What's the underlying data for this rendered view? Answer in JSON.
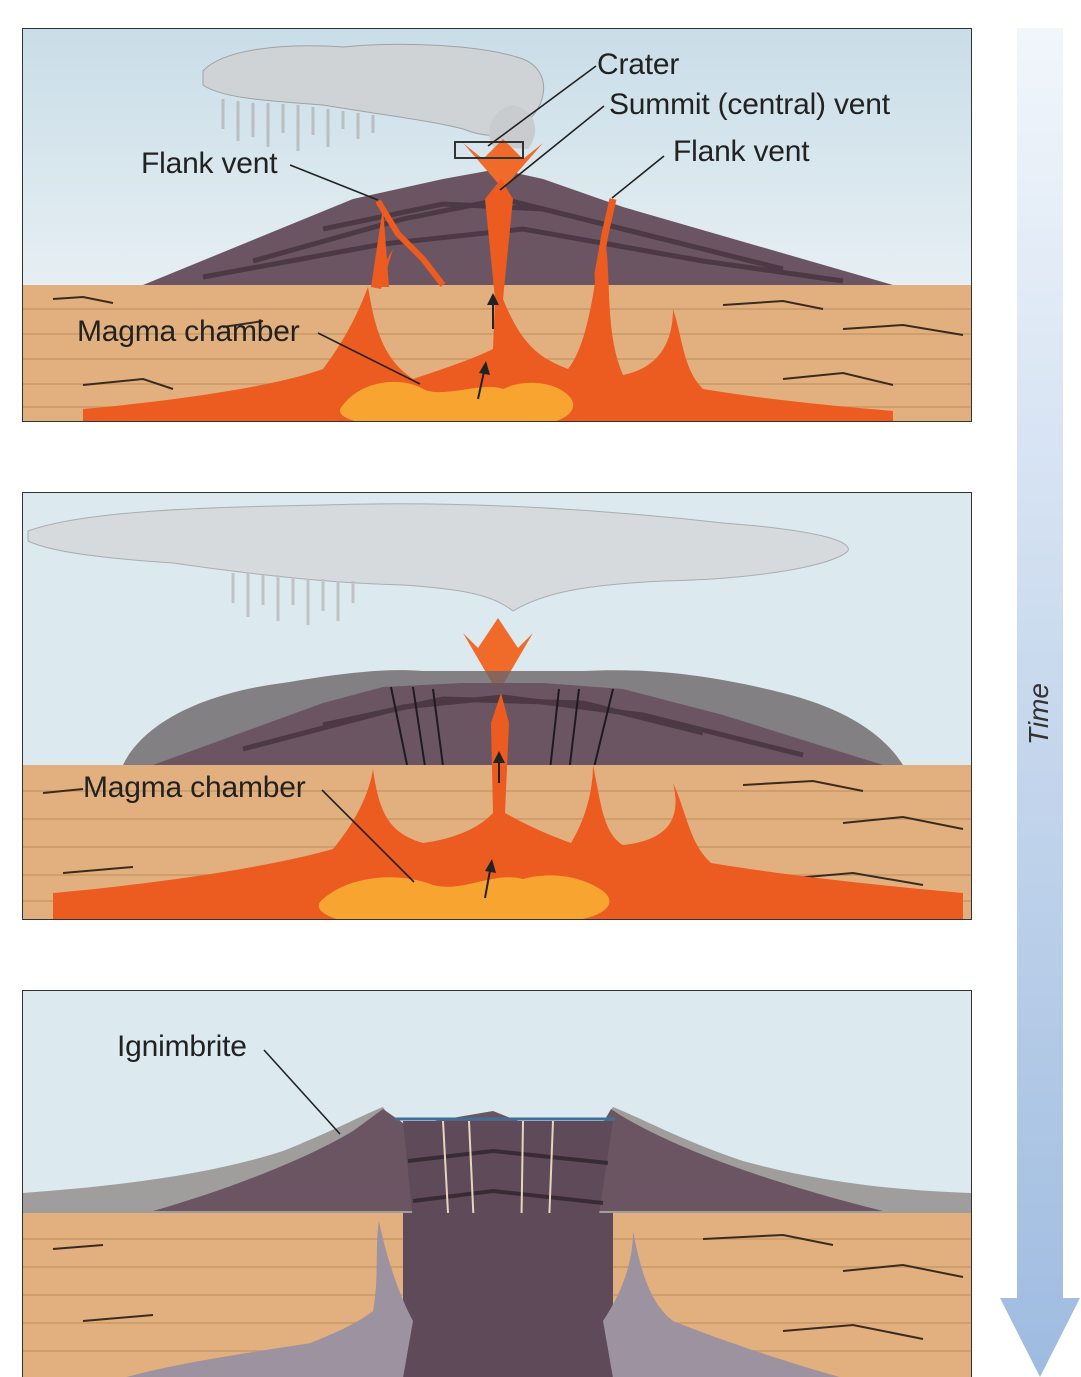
{
  "panel1": {
    "labels": {
      "crater": "Crater",
      "summit_vent": "Summit (central) vent",
      "flank_vent_left": "Flank vent",
      "flank_vent_right": "Flank vent",
      "magma_chamber": "Magma chamber"
    }
  },
  "panel2": {
    "labels": {
      "magma_chamber": "Magma chamber"
    }
  },
  "panel3": {
    "labels": {
      "ignimbrite": "Ignimbrite"
    }
  },
  "time_axis": {
    "label": "Time"
  },
  "colors": {
    "sky": "#d6e6ee",
    "rock_layers": "#e2b07f",
    "volcano": "#6c5563",
    "magma": "#f0561e",
    "magma_core": "#f6a32c",
    "ash_cloud": "#d9dde0",
    "ignimbrite": "#a09e9c",
    "time_arrow": "#b2cbe6"
  }
}
